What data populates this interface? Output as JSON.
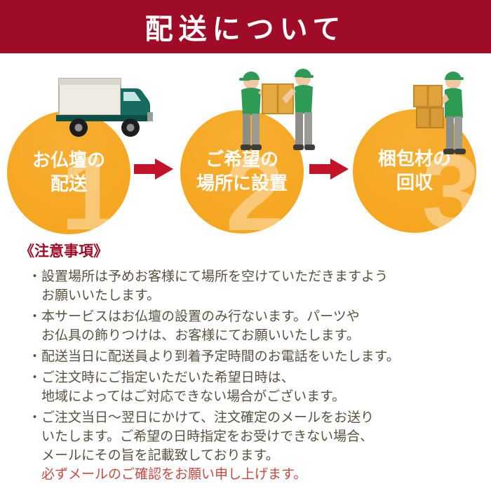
{
  "colors": {
    "header-bg": "#9E0C28",
    "circle-orange": "#F5A41D",
    "arrow-red": "#C41228",
    "note-red": "#C64A42",
    "text-dark": "#57513F"
  },
  "header": {
    "title": "配送について"
  },
  "steps": [
    {
      "number": "1",
      "label": "お仏壇の\n配送",
      "icon": "delivery-truck"
    },
    {
      "number": "2",
      "label": "ご希望の\n場所に設置",
      "icon": "two-delivery-staff-carrying-box"
    },
    {
      "number": "3",
      "label": "梱包材の\n回収",
      "icon": "delivery-staff-collecting-boxes"
    }
  ],
  "notes": {
    "heading": "《注意事項》",
    "bullet_char": "・",
    "items": [
      "設置場所は予めお客様にて場所を空けていただきますよう\nお願いいたします。",
      "本サービスはお仏壇の設置のみ行ないます。パーツや\nお仏具の飾りつけは、お客様にてお願いいたします。",
      "配送当日に配送員より到着予定時間のお電話をいたします。",
      "ご注文時にご指定いただいた希望日時は、\n地域によってはご対応できない場合がございます。",
      "ご注文当日～翌日にかけて、注文確定のメールをお送り\nいたします。ご希望の日時指定をお受けできない場合、\nメールにその旨を記載致しております。"
    ],
    "warning": "必ずメールのご確認をお願い申し上げます。"
  }
}
